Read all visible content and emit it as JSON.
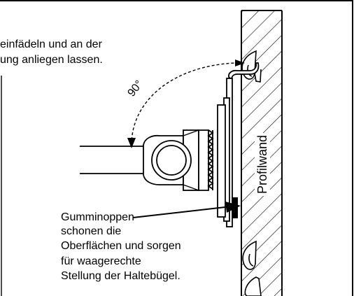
{
  "instruction": {
    "line1": "einfädeln und an der",
    "line2": "ung anliegen lassen."
  },
  "angle": "90°",
  "wall": "Profilwand",
  "note": {
    "line1": "Gumminoppen",
    "line2": "schonen die",
    "line3": "Oberflächen und sorgen",
    "line4": "für waagerechte",
    "line5": "Stellung der Haltebügel."
  }
}
